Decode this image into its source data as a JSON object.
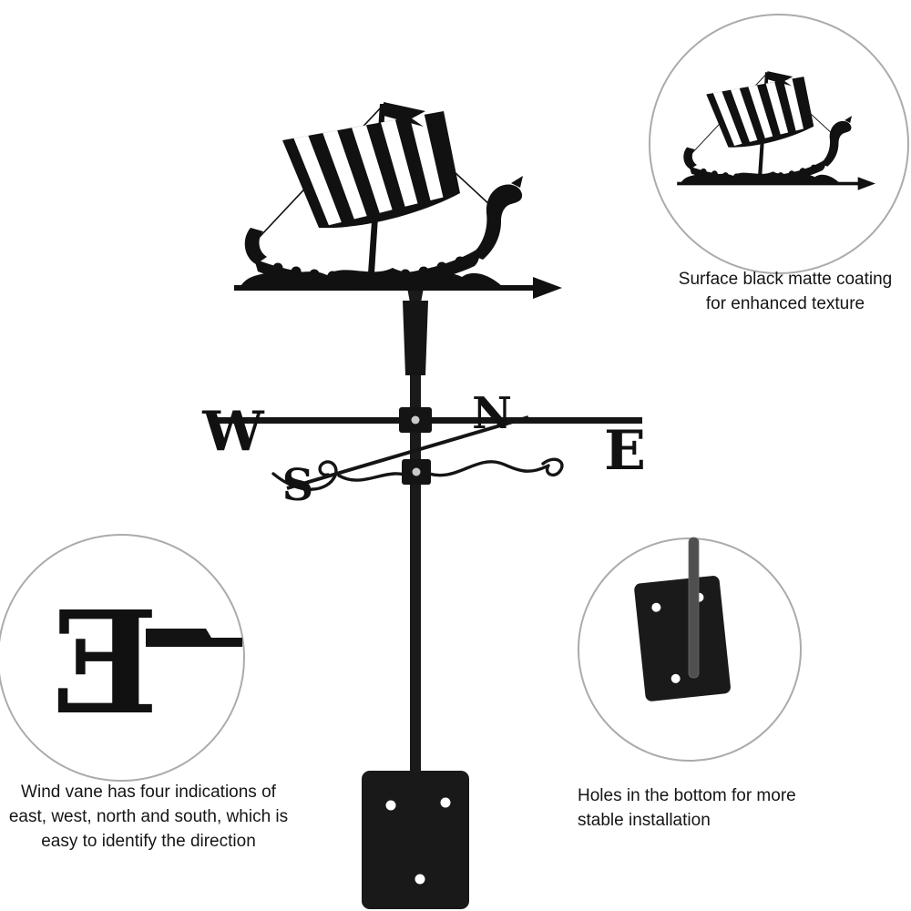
{
  "captions": {
    "coating": "Surface black matte coating for enhanced texture",
    "directions": "Wind vane has four indications of east, west, north and south, which is easy to identify the direction",
    "holes": "Holes in the bottom for more stable installation"
  },
  "vane": {
    "west": "W",
    "east": "E",
    "north": "N",
    "south": "S"
  },
  "detail": {
    "letter": "E"
  },
  "colors": {
    "metal_black": "#1a1a1a",
    "callout_circle_stroke": "#ababab",
    "rod_gray": "#4f4f4f",
    "screw_gray": "#c9c9c9",
    "background": "#ffffff"
  }
}
